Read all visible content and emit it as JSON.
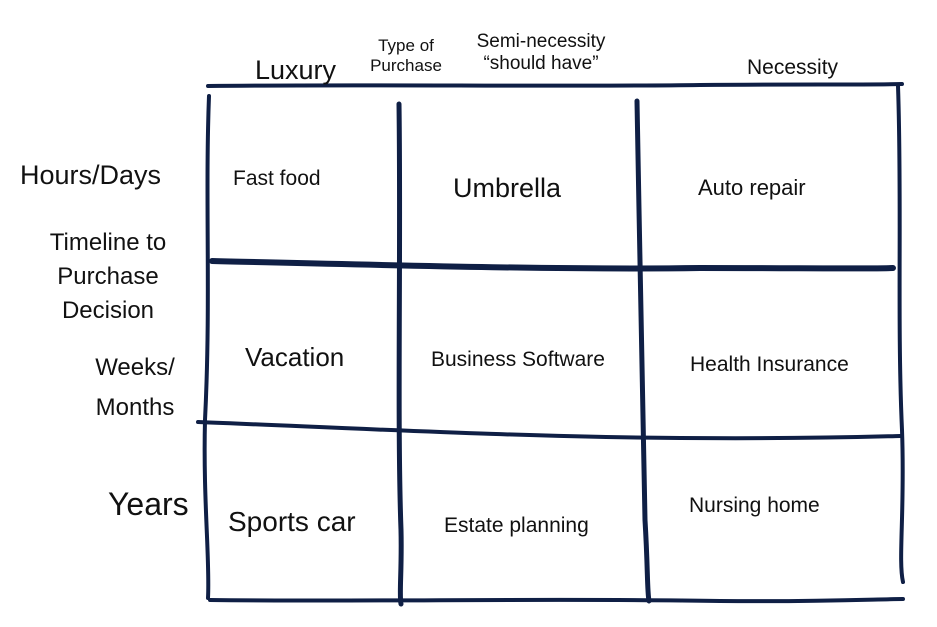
{
  "header": {
    "luxury": "Luxury",
    "type_of_purchase": [
      "Type of",
      "Purchase"
    ],
    "semi_necessity": [
      "Semi-necessity",
      "“should have”"
    ],
    "necessity": "Necessity"
  },
  "side": {
    "hours_days": "Hours/Days",
    "timeline": [
      "Timeline to",
      "Purchase",
      "Decision"
    ],
    "weeks_months": [
      "Weeks/",
      "Months"
    ],
    "years": "Years"
  },
  "cells": {
    "fast_food": "Fast food",
    "umbrella": "Umbrella",
    "auto_repair": "Auto repair",
    "vacation": "Vacation",
    "business_software": "Business Software",
    "health_insurance": "Health Insurance",
    "sports_car": "Sports car",
    "estate_planning": "Estate planning",
    "nursing_home": "Nursing home"
  },
  "colors": {
    "line": "#0f1f45",
    "text": "#111111"
  }
}
